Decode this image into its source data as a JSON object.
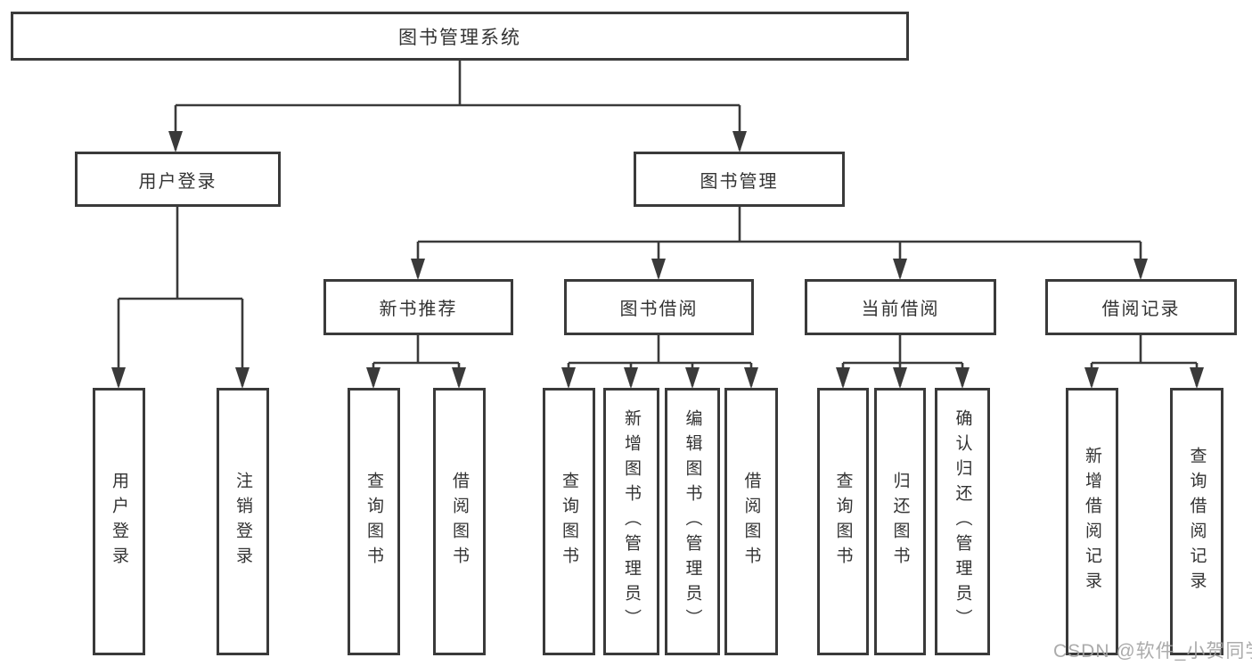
{
  "diagram": {
    "title": "图书管理系统",
    "root": {
      "label": "图书管理系统"
    },
    "level2": [
      {
        "label": "用户登录"
      },
      {
        "label": "图书管理"
      }
    ],
    "level3": [
      {
        "label": "新书推荐"
      },
      {
        "label": "图书借阅"
      },
      {
        "label": "当前借阅"
      },
      {
        "label": "借阅记录"
      }
    ],
    "leaves": {
      "user_login": [
        "用户登录",
        "注销登录"
      ],
      "new_books": [
        "查询图书",
        "借阅图书"
      ],
      "book_borrow": [
        "查询图书",
        "新增图书（管理员）",
        "编辑图书（管理员）",
        "借阅图书"
      ],
      "current_borrow": [
        "查询图书",
        "归还图书",
        "确认归还（管理员）"
      ],
      "borrow_records": [
        "新增借阅记录",
        "查询借阅记录"
      ]
    },
    "line_color": "#3a3a3a",
    "box_background": "#ffffff",
    "text_color": "#333333"
  },
  "watermark": {
    "text": "CSDN @软件_小贺同学"
  }
}
